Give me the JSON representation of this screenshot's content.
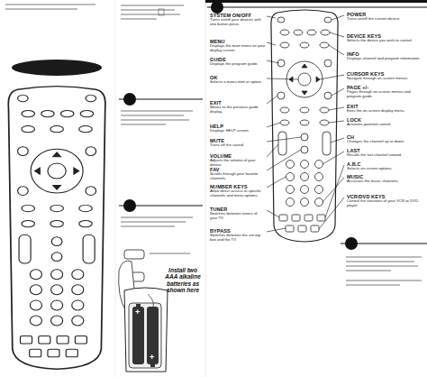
{
  "diagram": {
    "labels": [
      "SYSTEM ON/OFF",
      "Turns on/off your devices with one button press.",
      "MENU",
      "Displays the main menu on your display screen.",
      "GUIDE",
      "Displays the program guide.",
      "OK",
      "Selects a menu item or option.",
      "EXIT",
      "Moves to the previous guide display.",
      "HELP",
      "Displays HELP screen.",
      "MUTE",
      "Turns off the sound.",
      "VOLUME",
      "Adjusts the volume of your device.",
      "FAV",
      "Scrolls through your favorite channels.",
      "NUMBER KEYS",
      "Allow direct access to specific channels and menu options.",
      "TUNER",
      "Switches between tuners of your TV.",
      "BYPASS",
      "Switches between the set-top box and the TV.",
      "POWER",
      "Turns on/off the current device.",
      "DEVICE KEYS",
      "Selects the device you wish to control.",
      "INFO",
      "Displays channel and program information.",
      "CURSOR KEYS",
      "Navigate through on-screen menus.",
      "PAGE +/-",
      "Pages through on-screen menus and program guide.",
      "EXIT",
      "Exits the on-screen display menu.",
      "LOCK",
      "Activates parental control.",
      "CH",
      "Changes the channel up or down.",
      "LAST",
      "Recalls the last channel viewed.",
      "A.B.C",
      "Selects on-screen options.",
      "MUSIC",
      "Accesses the music channels.",
      "VCR/DVD KEYS",
      "Control the functions of your VCR or DVD player.",
      "Install two AAA alkaline batteries as shown here",
      "+",
      "+"
    ]
  }
}
